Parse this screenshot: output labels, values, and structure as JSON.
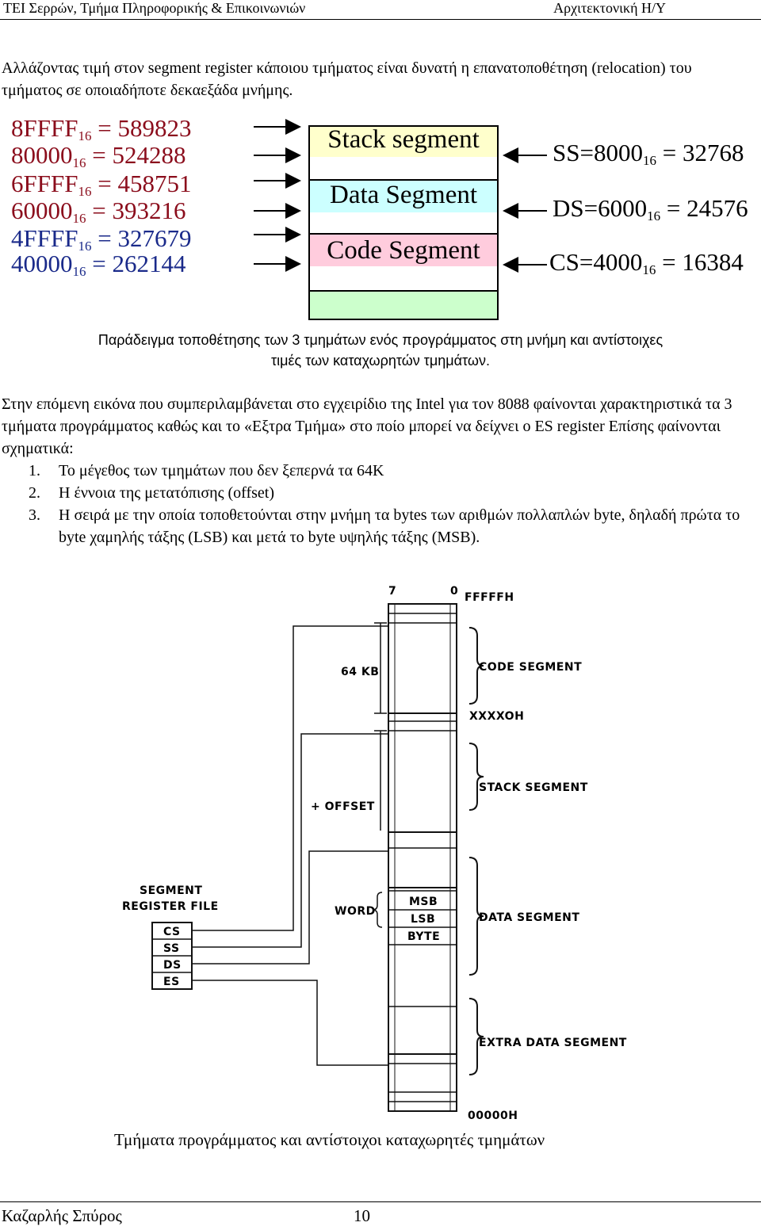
{
  "header": {
    "left": "ΤΕΙ Σερρών, Τμήμα Πληροφορικής & Επικοινωνιών",
    "right": "Αρχιτεκτονική Η/Υ"
  },
  "intro": "Αλλάζοντας τιμή στον segment register κάποιου τμήματος είναι δυνατή η επανατοποθέτηση (relocation) του τμήματος σε οποιαδήποτε δεκαεξάδα μνήμης.",
  "addresses": [
    {
      "hex": "8FFFF",
      "sub": "16",
      "dec": "= 589823",
      "color": "#8b0d1c"
    },
    {
      "hex": "80000",
      "sub": "16",
      "dec": " = 524288",
      "color": "#8b0d1c"
    },
    {
      "hex": "6FFFF",
      "sub": "16",
      "dec": "= 458751",
      "color": "#8b0d1c"
    },
    {
      "hex": "60000",
      "sub": "16",
      "dec": " = 393216",
      "color": "#8b0d1c"
    },
    {
      "hex": "4FFFF",
      "sub": "16",
      "dec": "= 327679",
      "color": "#1a2a8a"
    },
    {
      "hex": "40000",
      "sub": "16",
      "dec": " = 262144",
      "color": "#1a2a8a"
    }
  ],
  "segments": [
    {
      "label": "Stack segment",
      "color": "#ffffcc"
    },
    {
      "label": "Data Segment",
      "color": "#ccffff"
    },
    {
      "label": "Code Segment",
      "color": "#ffccdd"
    },
    {
      "label": "",
      "color": "#ccffcc"
    }
  ],
  "registers": [
    {
      "name": "SS=8000",
      "sub": "16",
      "dec": " = 32768"
    },
    {
      "name": "DS=6000",
      "sub": "16",
      "dec": " = 24576"
    },
    {
      "name": "CS=4000",
      "sub": "16",
      "dec": " = 16384"
    }
  ],
  "caption1": [
    "Παράδειγμα τοποθέτησης των 3 τμημάτων ενός προγράμματος στη μνήμη και αντίστοιχες",
    "τιμές των καταχωρητών τμημάτων."
  ],
  "paragraph": "Στην επόμενη εικόνα που συμπεριλαμβάνεται στο εγχειρίδιο της Intel για τον 8088 φαίνονται χαρακτηριστικά τα  3 τμήματα προγράμματος καθώς και το «Εξτρα Τμήμα» στο ποίο μπορεί να δείχνει ο ES register Επίσης φαίνονται σχηματικά:",
  "list": [
    {
      "num": "1.",
      "text": "Το μέγεθος των τμημάτων που δεν ξεπερνά τα 64K"
    },
    {
      "num": "2.",
      "text": "Η έννοια της μετατόπισης (offset)"
    },
    {
      "num": "3.",
      "text": "Η σειρά με την οποία τοποθετούνται στην μνήμη τα bytes των αριθμών πολλαπλών byte, δηλαδή πρώτα το byte χαμηλής τάξης (LSB) και μετά το byte υψηλής τάξης (MSB)."
    }
  ],
  "diagram": {
    "bit7": "7",
    "bit0": "0",
    "top_addr": "FFFFFH",
    "size": "64 KB",
    "code": "CODE SEGMENT",
    "xaddr": "XXXXOH",
    "stack": "STACK SEGMENT",
    "offset": "+ OFFSET",
    "srf_title1": "SEGMENT",
    "srf_title2": "REGISTER FILE",
    "srf_regs": [
      "CS",
      "SS",
      "DS",
      "ES"
    ],
    "word": "WORD",
    "msb": "MSB",
    "lsb": "LSB",
    "byte": "BYTE",
    "data": "DATA SEGMENT",
    "extra": "EXTRA DATA SEGMENT",
    "bottom_addr": "00000H"
  },
  "caption2": "Τμήματα προγράμματος και αντίστοιχοι καταχωρητές τμημάτων",
  "footer": {
    "author": "Καζαρλής Σπύρος",
    "page": "10"
  }
}
